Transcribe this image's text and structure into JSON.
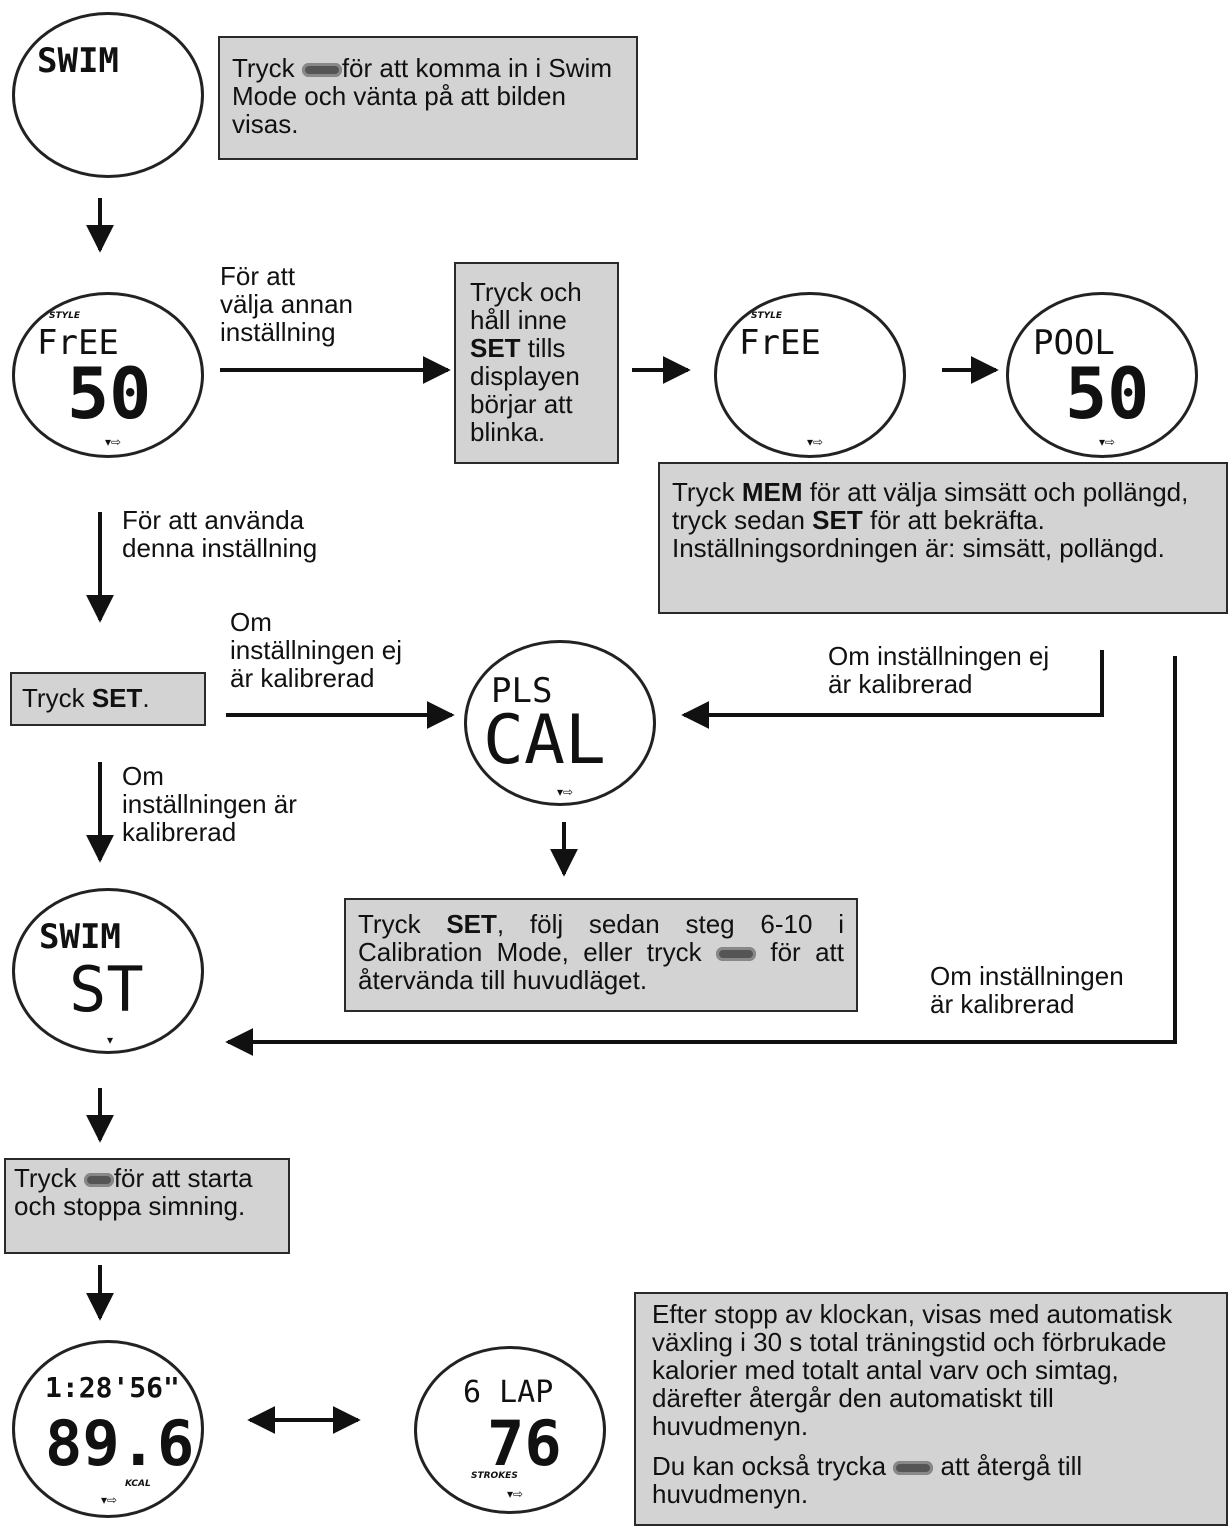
{
  "watches": {
    "w1": {
      "top": "SWIM"
    },
    "w2": {
      "style_tag": "STYLE",
      "top": "FrEE",
      "big": "50",
      "indicator": "▾⇨"
    },
    "w3": {
      "style_tag": "STYLE",
      "top": "FrEE",
      "indicator": "▾⇨"
    },
    "w4": {
      "top": "POOL",
      "big": "50",
      "indicator": "▾⇨"
    },
    "w5": {
      "top": "PLS",
      "big": "CAL",
      "indicator": "▾⇨"
    },
    "w6": {
      "top": "SWIM",
      "big": "ST",
      "indicator": "▾"
    },
    "w7": {
      "top": "1:28'56\"",
      "big": "89.6",
      "unit": "KCAL",
      "indicator": "▾⇨"
    },
    "w8": {
      "top": "6 LAP",
      "big": "76",
      "unit": "STROKES",
      "indicator": "▾⇨"
    }
  },
  "boxes": {
    "b1": {
      "pre": "Tryck ",
      "post": "för att komma in i Swim Mode och vänta på att bilden visas."
    },
    "b2": {
      "l1": "Tryck och håll inne ",
      "bold": "SET",
      "l2": " tills displayen börjar att blinka."
    },
    "b3": {
      "a": "Tryck ",
      "b1": "MEM",
      "c": " för att välja simsätt och pollängd, tryck sedan ",
      "b2": "SET",
      "d": " för att bekräfta. Inställningsordningen är: simsätt, pollängd."
    },
    "b4": {
      "a": "Tryck ",
      "bold": "SET",
      "c": "."
    },
    "b5": {
      "a": "Tryck ",
      "bold": "SET",
      "c": ", följ sedan steg 6-10 i Calibration Mode, eller tryck ",
      "d": " för att återvända till huvudläget."
    },
    "b6": {
      "a": "Tryck ",
      "c": "för att starta och stoppa simning."
    },
    "b7": {
      "p1": "Efter stopp av klockan, visas med automatisk växling i 30 s total träningstid och förbrukade kalorier med totalt antal varv och simtag, därefter återgår den automatiskt till huvudmenyn.",
      "p2a": "Du kan också trycka ",
      "p2b": "att återgå till huvudmenyn."
    }
  },
  "labels": {
    "other_setting": "För att\nvälja annan\ninställning",
    "use_setting": "För att använda\ndenna inställning",
    "not_calibrated_1": "Om\ninställningen ej\när kalibrerad",
    "not_calibrated_2": "Om inställningen ej\när kalibrerad",
    "calibrated_1": "Om\ninställningen är\nkalibrerad",
    "calibrated_2": "Om inställningen\när kalibrerad"
  }
}
